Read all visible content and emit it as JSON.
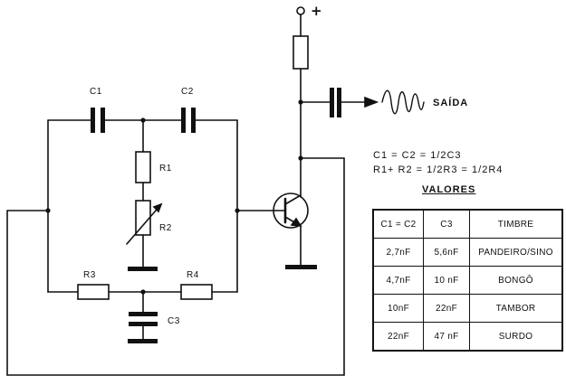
{
  "diagram": {
    "supply_symbol": "+",
    "output_label": "SAÍDA",
    "components": {
      "c1": "C1",
      "c2": "C2",
      "c3": "C3",
      "r1": "R1",
      "r2": "R2",
      "r3": "R3",
      "r4": "R4"
    },
    "equations": [
      "C1 = C2 = 1/2C3",
      "R1+ R2 = 1/2R3 = 1/2R4"
    ]
  },
  "values_table": {
    "title": "VALORES",
    "headers": [
      "C1 = C2",
      "C3",
      "TIMBRE"
    ],
    "rows": [
      [
        "2,7nF",
        "5,6nF",
        "PANDEIRO/SINO"
      ],
      [
        "4,7nF",
        "10 nF",
        "BONGÔ"
      ],
      [
        "10nF",
        "22nF",
        "TAMBOR"
      ],
      [
        "22nF",
        "47 nF",
        "SURDO"
      ]
    ]
  }
}
